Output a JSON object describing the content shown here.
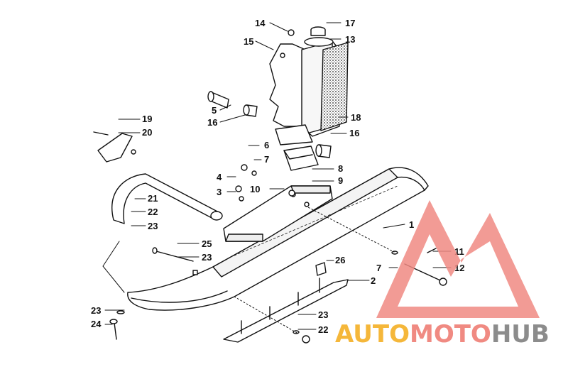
{
  "diagram": {
    "callouts": [
      "1",
      "2",
      "3",
      "4",
      "5",
      "6",
      "7",
      "7",
      "8",
      "9",
      "10",
      "11",
      "12",
      "13",
      "14",
      "15",
      "16",
      "16",
      "17",
      "18",
      "19",
      "20",
      "21",
      "22",
      "22",
      "23",
      "23",
      "23",
      "23",
      "24",
      "25",
      "26"
    ]
  },
  "watermark": {
    "part1": "AUTO",
    "part2": "MOTO",
    "part3": "HUB",
    "colors": {
      "auto": "#f5b73a",
      "moto": "#f08a82",
      "hub": "#8c8c8c",
      "triangle": "#f08a82"
    }
  }
}
